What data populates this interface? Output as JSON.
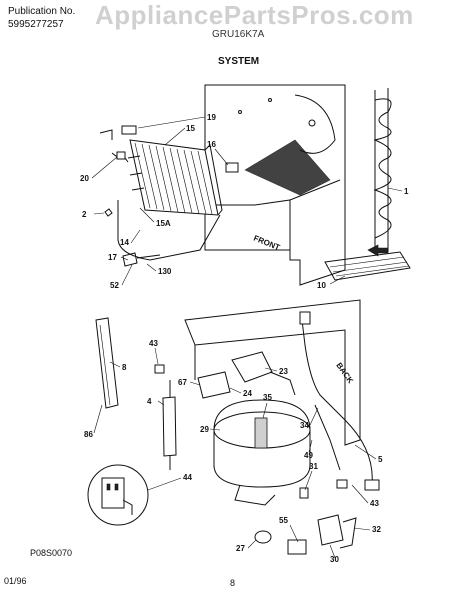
{
  "header": {
    "publication_label": "Publication No.",
    "publication_number": "5995277257",
    "model": "GRU16K7A",
    "title": "SYSTEM"
  },
  "watermark": "AppliancePartsPros.com",
  "footer": {
    "figure_id": "P08S0070",
    "date": "01/96",
    "page": "8"
  },
  "diagram_text": {
    "front": "FRONT",
    "back": "BACK"
  },
  "callouts": [
    "19",
    "15",
    "16",
    "20",
    "2",
    "15A",
    "14",
    "17",
    "130",
    "52",
    "1",
    "10",
    "8",
    "43",
    "67",
    "23",
    "24",
    "4",
    "35",
    "29",
    "86",
    "34",
    "49",
    "5",
    "31",
    "44",
    "43",
    "55",
    "32",
    "27",
    "30"
  ]
}
